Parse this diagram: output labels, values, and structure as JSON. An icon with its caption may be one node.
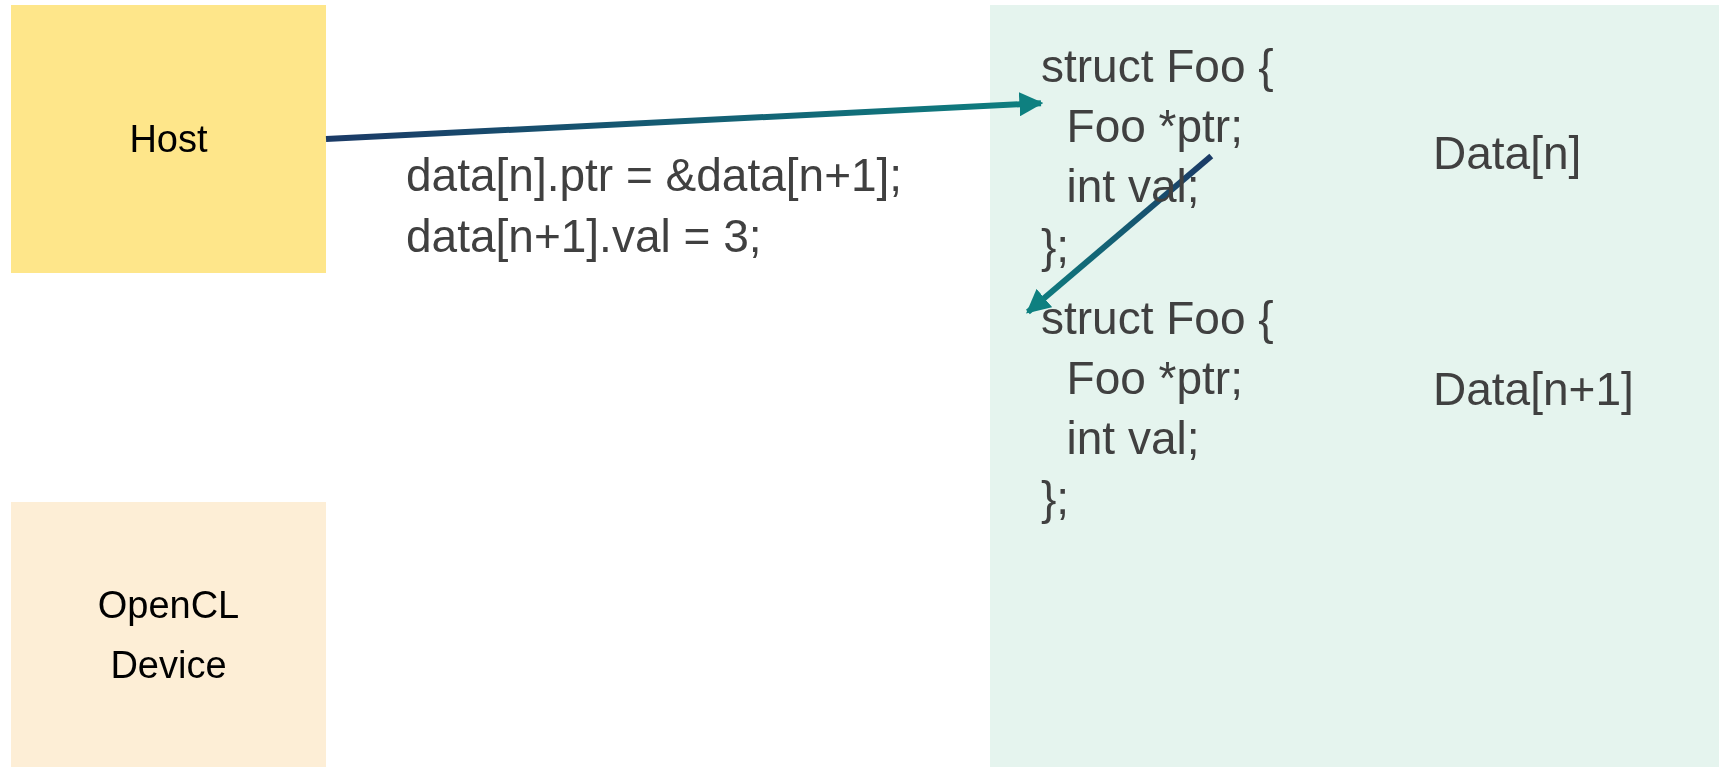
{
  "diagram": {
    "nodes": [
      {
        "text": [
          "Host"
        ]
      },
      {
        "text": [
          "OpenCL Device"
        ]
      },
      {
        "text": [],
        "shape": "box"
      },
      {
        "text": [
          "struct Foo { Foo *ptr; int val; };"
        ],
        "in": 2
      },
      {
        "text": [
          "struct Foo { Foo *ptr; int val; };"
        ],
        "in": 2
      }
    ],
    "edges": [
      {
        "from": 0,
        "to": 3,
        "arrow": "to"
      },
      {
        "from": 3,
        "to": 4,
        "arrow": "to"
      }
    ],
    "labels": [
      "data[n].ptr = &data[n+1];",
      "data[n+1].val = 3;",
      "Data[n]",
      "Data[n+1]"
    ]
  }
}
